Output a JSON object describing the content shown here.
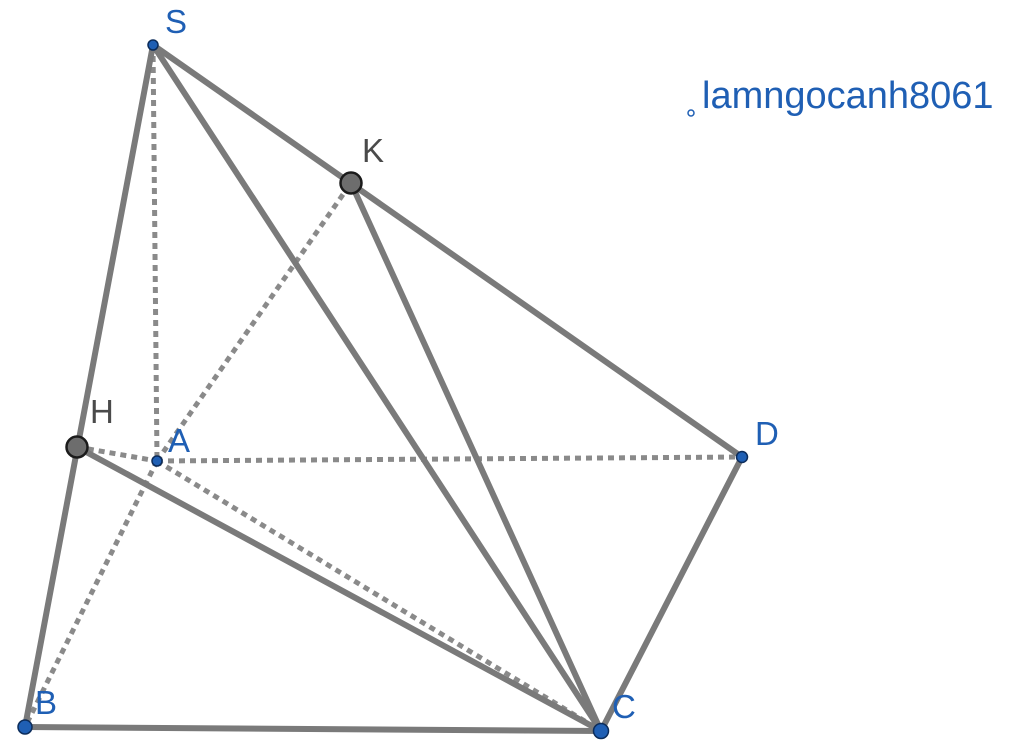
{
  "points": {
    "S": "S",
    "K": "K",
    "H": "H",
    "A": "A",
    "D": "D",
    "B": "B",
    "C": "C"
  },
  "watermark": "lamngocanh8061",
  "colors": {
    "edge": "#7a7a7a",
    "point_blue": "#1f5fb4",
    "point_gray": "#6d6d6d",
    "label_blue": "#1f5fb4",
    "label_gray": "#4a4a4a"
  }
}
